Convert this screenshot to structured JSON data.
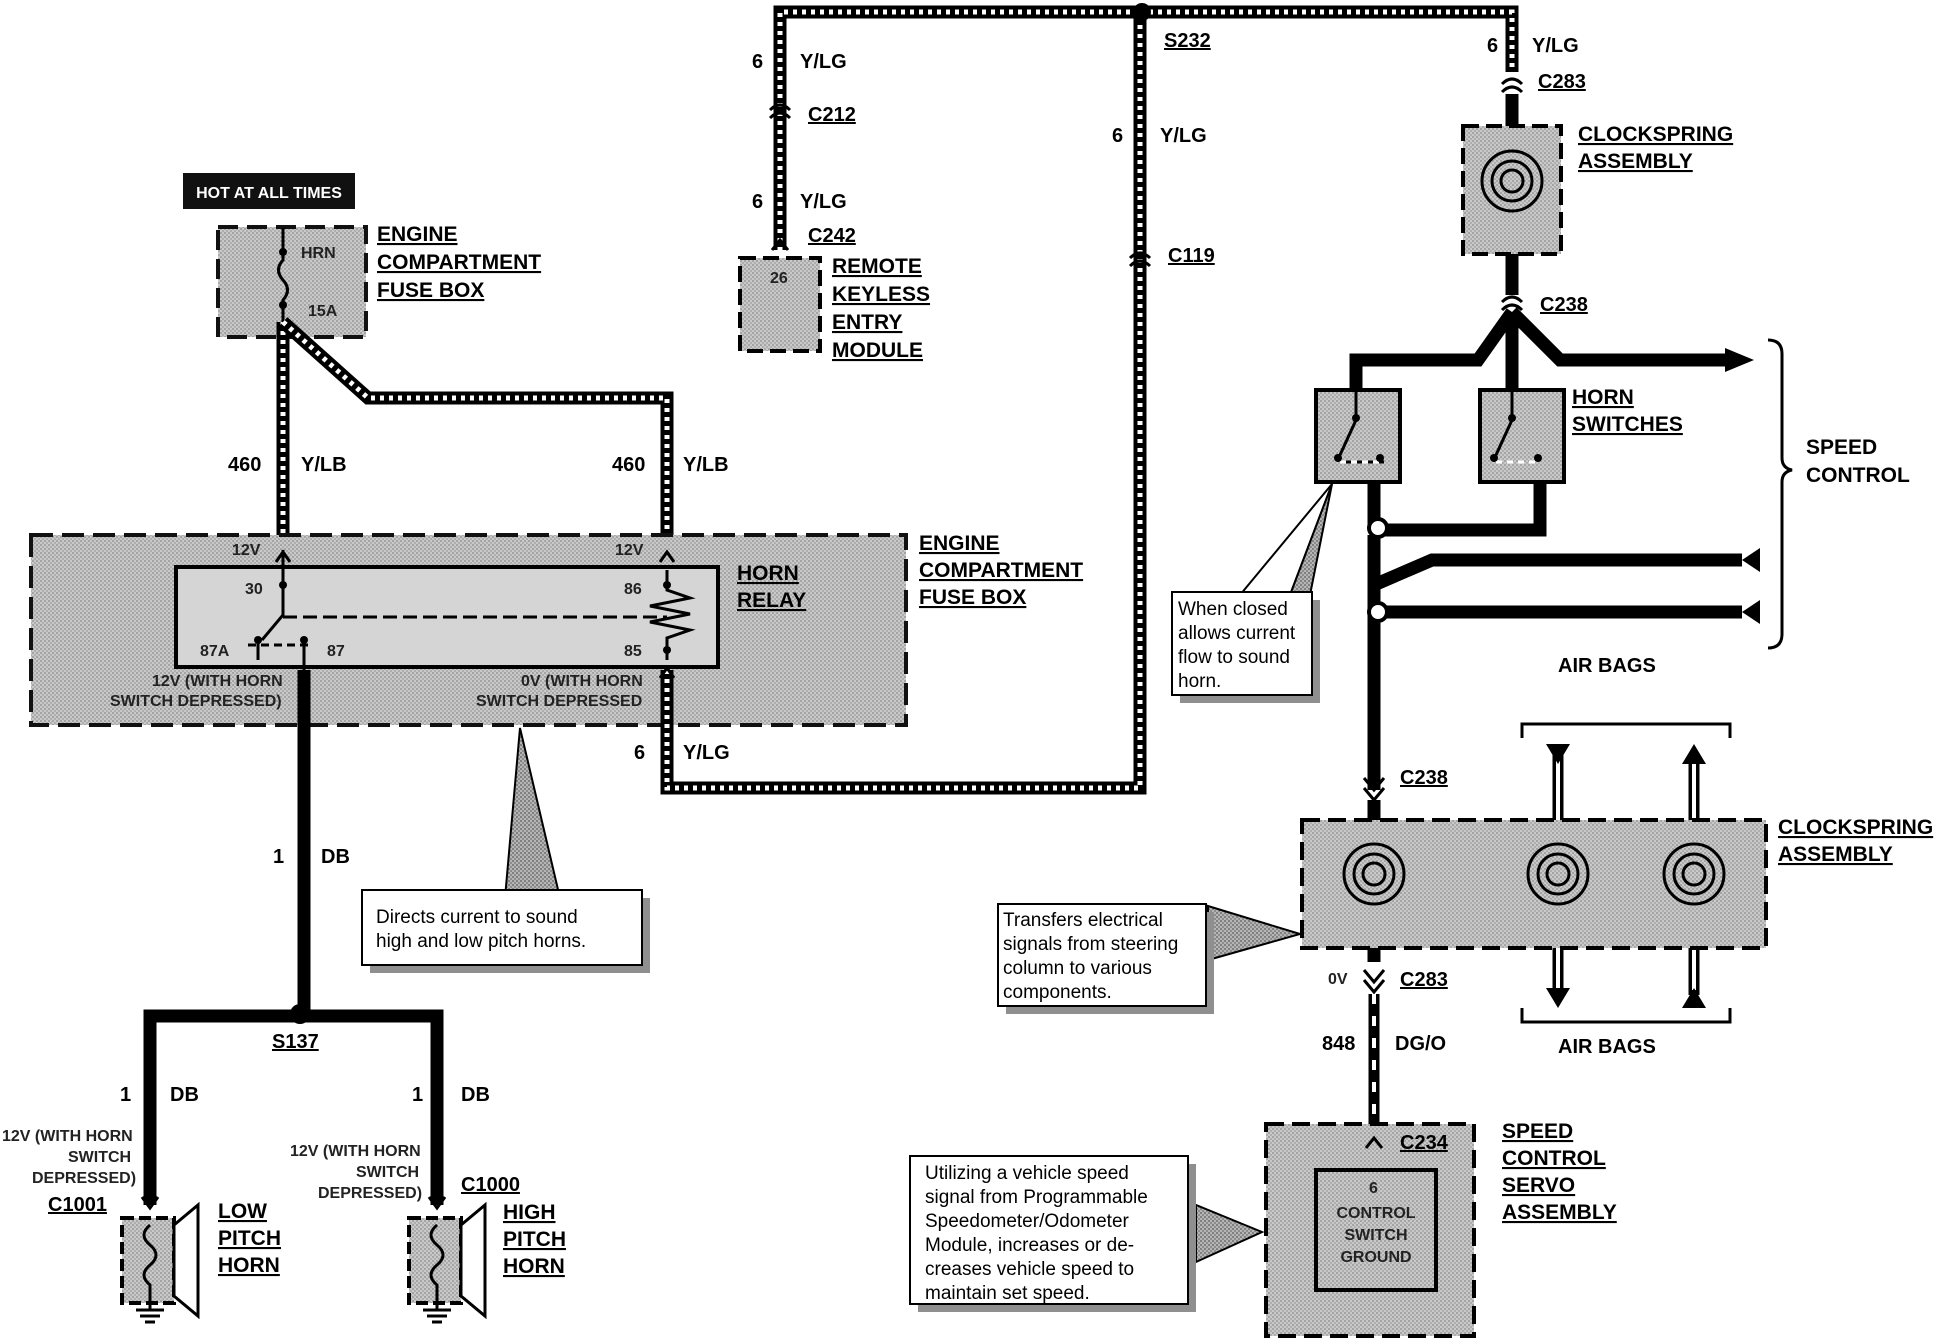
{
  "hot_label": "HOT AT ALL TIMES",
  "fuse_box_top": {
    "title": [
      "ENGINE",
      "COMPARTMENT",
      "FUSE BOX"
    ],
    "fuse_name": "HRN",
    "fuse_rating": "15A"
  },
  "fuse_box_relay": {
    "title": [
      "ENGINE",
      "COMPARTMENT",
      "FUSE BOX"
    ]
  },
  "horn_relay": {
    "title": [
      "HORN",
      "RELAY"
    ],
    "pins": {
      "p30": "30",
      "p87a": "87A",
      "p87": "87",
      "p86": "86",
      "p85": "85"
    },
    "v_left": "12V",
    "v_right": "12V",
    "left_state": [
      "12V (WITH HORN",
      "SWITCH DEPRESSED)"
    ],
    "right_state": [
      "0V (WITH HORN",
      "SWITCH DEPRESSED"
    ]
  },
  "wires": {
    "w460_left": {
      "circuit": "460",
      "color": "Y/LB"
    },
    "w460_right": {
      "circuit": "460",
      "color": "Y/LB"
    },
    "w6_relay": {
      "circuit": "6",
      "color": "Y/LG"
    },
    "w1_main": {
      "circuit": "1",
      "color": "DB"
    },
    "w1_low": {
      "circuit": "1",
      "color": "DB"
    },
    "w1_high": {
      "circuit": "1",
      "color": "DB"
    },
    "w6_rke_top": {
      "circuit": "6",
      "color": "Y/LG"
    },
    "w6_rke_bot": {
      "circuit": "6",
      "color": "Y/LG"
    },
    "w6_center": {
      "circuit": "6",
      "color": "Y/LG"
    },
    "w6_right": {
      "circuit": "6",
      "color": "Y/LG"
    },
    "w848": {
      "circuit": "848",
      "color": "DG/O"
    }
  },
  "connectors": {
    "c212": "C212",
    "c242": "C242",
    "s232": "S232",
    "c119": "C119",
    "c283_top": "C283",
    "c238_top": "C238",
    "c238_bot": "C238",
    "c283_bot": "C283",
    "c234": "C234",
    "s137": "S137",
    "c1001": "C1001",
    "c1000": "C1000"
  },
  "rke": {
    "title": [
      "REMOTE",
      "KEYLESS",
      "ENTRY",
      "MODULE"
    ],
    "pin": "26"
  },
  "clockspring_top": {
    "title": [
      "CLOCKSPRING",
      "ASSEMBLY"
    ]
  },
  "clockspring_bottom": {
    "title": [
      "CLOCKSPRING",
      "ASSEMBLY"
    ],
    "voltage": "0V"
  },
  "horn_switches": {
    "title": [
      "HORN",
      "SWITCHES"
    ]
  },
  "speed_control_bracket": [
    "SPEED",
    "CONTROL"
  ],
  "air_bags_mid": "AIR BAGS",
  "air_bags_bottom": "AIR BAGS",
  "servo": {
    "title": [
      "SPEED",
      "CONTROL",
      "SERVO",
      "ASSEMBLY"
    ],
    "pin": "6",
    "inner": [
      "CONTROL",
      "SWITCH",
      "GROUND"
    ]
  },
  "low_horn": {
    "title": [
      "LOW",
      "PITCH",
      "HORN"
    ],
    "state": [
      "12V (WITH HORN",
      "SWITCH",
      "DEPRESSED)"
    ]
  },
  "high_horn": {
    "title": [
      "HIGH",
      "PITCH",
      "HORN"
    ],
    "state": [
      "12V (WITH HORN",
      "SWITCH",
      "DEPRESSED)"
    ]
  },
  "notes": {
    "relay": [
      "Directs  current  to  sound",
      "high and low pitch horns."
    ],
    "switch": [
      "When   closed",
      "allows current",
      "flow to sound",
      "horn."
    ],
    "clockspring": [
      "Transfers electrical",
      "signals from steering",
      "column to various",
      "components."
    ],
    "servo": [
      "Utilizing  a  vehicle  speed",
      "signal from Programmable",
      "Speedometer/Odometer",
      "Module, increases or de-",
      "creases vehicle speed to",
      "maintain set speed."
    ]
  }
}
